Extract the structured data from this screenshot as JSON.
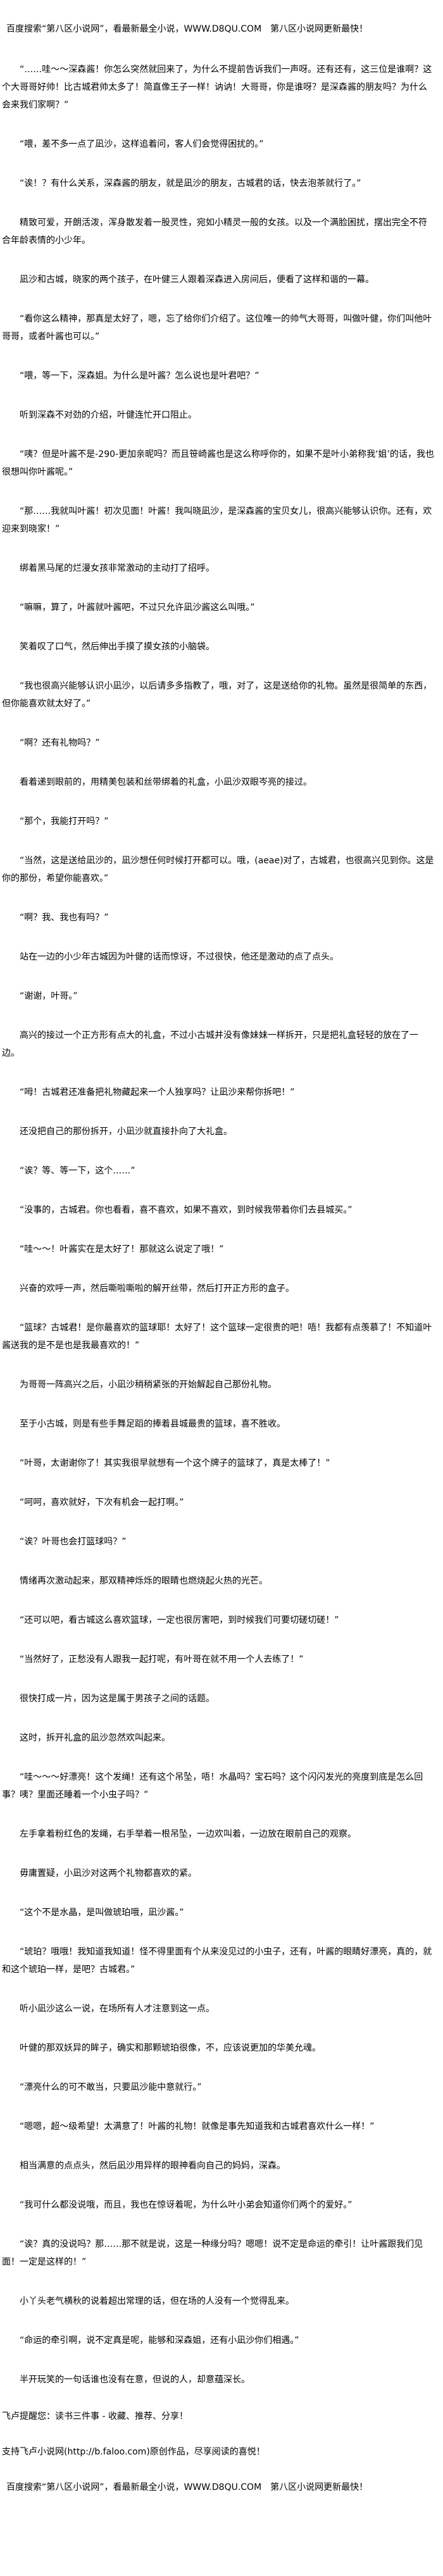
{
  "banner_top": "百度搜索“第八区小说网”，看最新最全小说，WWW.D8QU.COM　第八区小说网更新最快！",
  "paragraphs": [
    "“……哇～～深森酱！你怎么突然就回来了，为什么不提前告诉我们一声呀。还有还有，这三位是谁啊？这个大哥哥好帅！比古城君帅太多了！简直像王子一样！讷讷！大哥哥，你是谁呀？是深森酱的朋友吗？为什么会来我们家啊？”",
    "“喂，差不多一点了凪沙，这样追着问，客人们会觉得困扰的。”",
    "“诶！？有什么关系，深森酱的朋友，就是凪沙的朋友，古城君的话，快去泡茶就行了。”",
    "精致可爱，开朗活泼，浑身散发着一股灵性，宛如小精灵一般的女孩。以及一个满脸困扰，摆出完全不符合年龄表情的小少年。",
    "凪沙和古城，晓家的两个孩子，在叶健三人跟着深森进入房间后，便看了这样和谐的一幕。",
    "“看你这么精神，那真是太好了，嗯，忘了给你们介绍了。这位唯一的帅气大哥哥，叫做叶健，你们叫他叶哥哥，或者叶酱也可以。”",
    "“喂，等一下，深森姐。为什么是叶酱？怎么说也是叶君吧？”",
    "听到深森不对劲的介绍，叶健连忙开口阻止。",
    "“咦？但是叶酱不是-290-更加亲昵吗？而且笹崎酱也是这么称呼你的，如果不是叶小弟称我‘姐’的话，我也很想叫你叶酱呢。”",
    "“那……我就叫叶酱！初次见面！叶酱！我叫晓凪沙，是深森酱的宝贝女儿，很高兴能够认识你。还有，欢迎来到晓家！”",
    "绑着黑马尾的烂漫女孩非常激动的主动打了招呼。",
    "“嘛嘛，算了，叶酱就叶酱吧，不过只允许凪沙酱这么叫哦。”",
    "笑着叹了口气，然后伸出手摸了摸女孩的小脑袋。",
    "“我也很高兴能够认识小凪沙，以后请多多指教了，哦，对了，这是送给你的礼物。虽然是很简单的东西，但你能喜欢就太好了。”",
    "“啊？还有礼物吗？”",
    "看着递到眼前的，用精美包装和丝带绑着的礼盒，小凪沙双眼岑亮的接过。",
    "“那个，我能打开吗？”",
    "“当然，这是送给凪沙的，凪沙想任何时候打开都可以。哦，(aeae)对了，古城君，也很高兴见到你。这是你的那份，希望你能喜欢。”",
    "“啊？我、我也有吗？”",
    "站在一边的小少年古城因为叶健的话而惊讶，不过很快，他还是激动的点了点头。",
    "“谢谢，叶哥。”",
    "高兴的接过一个正方形有点大的礼盒，不过小古城并没有像妹妹一样拆开，只是把礼盒轻轻的放在了一边。",
    "“呣！古城君还准备把礼物藏起来一个人独享吗？让凪沙来帮你拆吧！”",
    "还没把自己的那份拆开，小凪沙就直接扑向了大礼盒。",
    "“诶？等、等一下，这个……”",
    "“没事的，古城君。你也看看，喜不喜欢，如果不喜欢，到时候我带着你们去县城买。”",
    "“哇～～！叶酱实在是太好了！那就这么说定了哦！”",
    "兴奋的欢呼一声，然后嘶啦嘶啦的解开丝带，然后打开正方形的盒子。",
    "“篮球？古城君！是你最喜欢的篮球耶！太好了！这个篮球一定很贵的吧！唔！我都有点羡慕了！不知道叶酱送我的是不是也是我最喜欢的！”",
    "为哥哥一阵高兴之后，小凪沙稍稍紧张的开始解起自己那份礼物。",
    "至于小古城，则是有些手舞足蹈的捧着县城最贵的篮球，喜不胜收。",
    "“叶哥，太谢谢你了！其实我很早就想有一个这个牌子的篮球了，真是太棒了！”",
    "“呵呵，喜欢就好，下次有机会一起打啊。”",
    "“诶？叶哥也会打篮球吗？”",
    "情绪再次激动起来，那双精神烁烁的眼睛也燃烧起火热的光芒。",
    "“还可以吧，看古城这么喜欢篮球，一定也很厉害吧，到时候我们可要切磋切磋！”",
    "“当然好了，正愁没有人跟我一起打呢，有叶哥在就不用一个人去练了！”",
    "很快打成一片，因为这是属于男孩子之间的话题。",
    "这时，拆开礼盒的凪沙忽然欢叫起来。",
    "“哇～～～好漂亮！这个发绳！还有这个吊坠，唔！水晶吗？宝石吗？这个闪闪发光的亮度到底是怎么回事？咦？里面还睡着一个小虫子吗？”",
    "左手拿着粉红色的发绳，右手举着一根吊坠，一边欢叫着，一边放在眼前自己的观察。",
    "毋庸置疑，小凪沙对这两个礼物都喜欢的紧。",
    "“这个不是水晶，是叫做琥珀哦，凪沙酱。”",
    "“琥珀？哦哦！我知道我知道！怪不得里面有个从来没见过的小虫子，还有，叶酱的眼睛好漂亮，真的，就和这个琥珀一样，是吧？古城君。”",
    "听小凪沙这么一说，在场所有人才注意到这一点。",
    "叶健的那双妖异的眸子，确实和那颗琥珀很像，不，应该说更加的华美允魂。",
    "“漂亮什么的可不敢当，只要凪沙能中意就行。”",
    "“嗯嗯，超～级希望！太满意了！叶酱的礼物！就像是事先知道我和古城君喜欢什么一样！”",
    "相当满意的点点头，然后凪沙用异样的眼神看向自己的妈妈，深森。",
    "“我可什么都没说哦，而且，我也在惊讶着呢，为什么叶小弟会知道你们两个的爱好。”",
    "“诶？真的没说吗？那……那不就是说，这是一种缘分吗？嗯嗯！说不定是命运的牵引！让叶酱跟我们见面！一定是这样的！”",
    "小丫头老气横秋的说着超出常理的话，但在场的人没有一个觉得乱来。",
    "“命运的牵引啊，说不定真是呢，能够和深森姐，还有小凪沙你们相遇。”",
    "半开玩笑的一句话谁也没有在意，但说的人，却意蕴深长。"
  ],
  "footer": {
    "reminder": "飞卢提醒您：读书三件事 - 收藏、推荐、分享！",
    "support": "支持飞卢小说网(http://b.faloo.com)原创作品，尽享阅读的喜悦！"
  },
  "banner_bottom": "百度搜索“第八区小说网”，看最新最全小说，WWW.D8QU.COM　第八区小说网更新最快！"
}
